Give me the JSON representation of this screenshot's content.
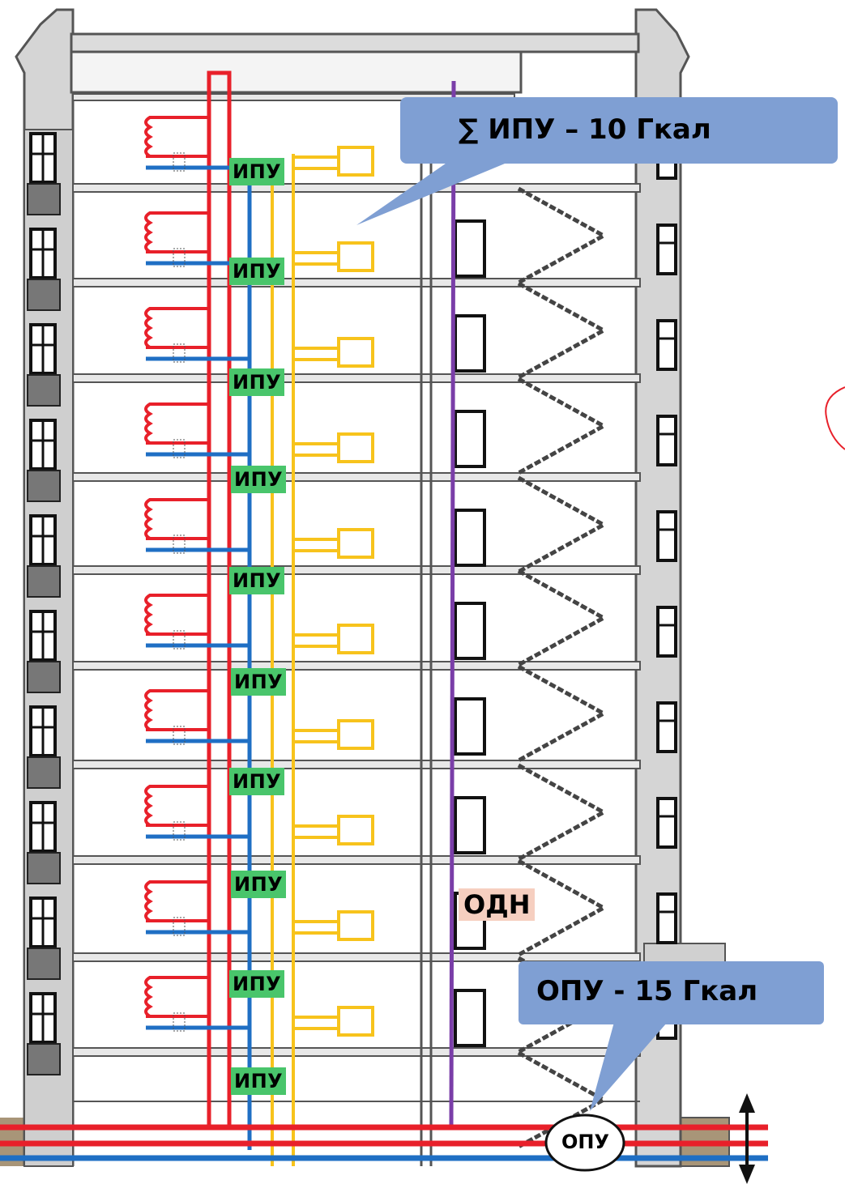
{
  "floor_meter_label": "ИПУ",
  "floor_count": 10,
  "sum_callout": "∑ ИПУ – 10 Гкал",
  "opu_callout": "ОПУ - 15 Гкал",
  "odn_label": "ОДН",
  "opu_meter_label": "ОПУ",
  "colors": {
    "supply_pipe": "#e8202a",
    "return_pipe": "#1f6fc4",
    "hot_water_pipe": "#f7c31c",
    "meter_badge": "#49c56b",
    "callout_fill": "#7f9fd3",
    "odn_line": "#7a3ea8",
    "odn_badge": "#f6cfc0"
  }
}
